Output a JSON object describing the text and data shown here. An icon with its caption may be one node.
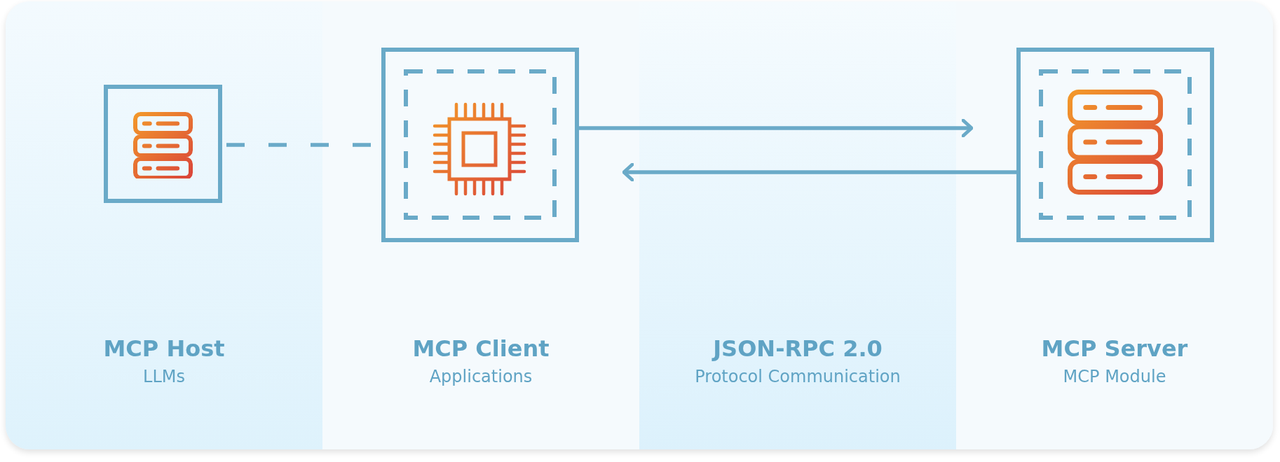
{
  "diagram": {
    "nodes": [
      {
        "text": [],
        "shape": "box"
      },
      {
        "text": [],
        "shape": "box"
      },
      {
        "text": [],
        "shape": "box"
      }
    ],
    "edges": [
      {
        "from": 0,
        "to": 1,
        "arrow": "none",
        "style": "dashed"
      },
      {
        "from": 1,
        "to": 2,
        "arrow": "to"
      },
      {
        "from": 2,
        "to": 1,
        "arrow": "to"
      }
    ],
    "labels": [
      "MCP Host",
      "LLMs",
      "MCP Client",
      "Applications",
      "JSON-RPC 2.0",
      "Protocol Communication",
      "MCP Server",
      "MCP Module"
    ]
  }
}
